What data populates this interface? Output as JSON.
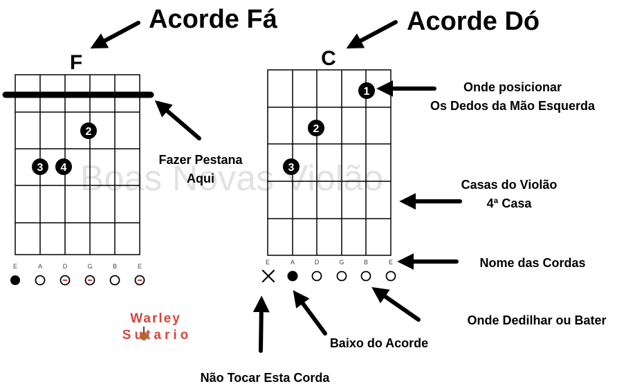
{
  "chord_f": {
    "heading": "Acorde Fá",
    "symbol": "F",
    "barre_label_line1": "Fazer Pestana",
    "barre_label_line2": "Aqui",
    "finger_numbers": [
      "2",
      "3",
      "4"
    ],
    "strings": [
      "E",
      "A",
      "D",
      "G",
      "B",
      "E"
    ]
  },
  "chord_c": {
    "heading": "Acorde Dó",
    "symbol": "C",
    "finger_numbers": [
      "1",
      "2",
      "3"
    ],
    "strings": [
      "E",
      "A",
      "D",
      "G",
      "B",
      "E"
    ]
  },
  "annotations": {
    "fingers_line1": "Onde posicionar",
    "fingers_line2": "Os Dedos da Mão Esquerda",
    "frets_line1": "Casas do Violão",
    "frets_line2": "4ª Casa",
    "string_names": "Nome das Cordas",
    "strum": "Onde Dedilhar ou Bater",
    "bass": "Baixo do Acorde",
    "mute": "Não Tocar Esta Corda"
  },
  "watermark": "Boas Novas Violão",
  "logo": {
    "line1": "Warley",
    "line2": "Sutario"
  },
  "colors": {
    "ink": "#000000",
    "logo_red": "#d8453a",
    "watermark": "#e2e2e2"
  }
}
